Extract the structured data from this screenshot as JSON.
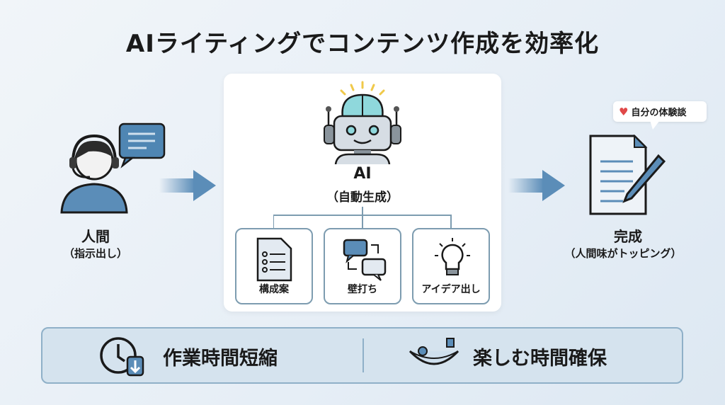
{
  "title": "AIライティングでコンテンツ作成を効率化",
  "human": {
    "label": "人間",
    "sub": "（指示出し）"
  },
  "ai": {
    "label": "AI",
    "sub": "（自動生成）",
    "tasks": [
      "構成案",
      "壁打ち",
      "アイデア出し"
    ]
  },
  "result": {
    "label": "完成",
    "sub": "（人間味がトッピング）",
    "bubble": "自分の体験談"
  },
  "benefits": [
    "作業時間短縮",
    "楽しむ時間確保"
  ],
  "colors": {
    "accent": "#5b8db8",
    "line": "#7d9cb0",
    "heart": "#e04848"
  }
}
